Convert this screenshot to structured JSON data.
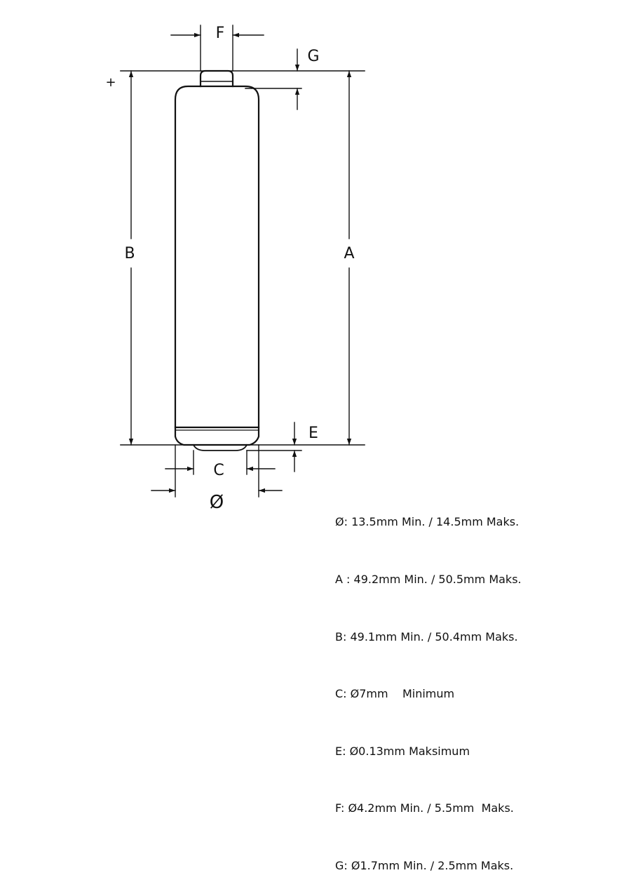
{
  "labels": {
    "F": "F",
    "G": "G",
    "B": "B",
    "A": "A",
    "E": "E",
    "C": "C",
    "diameter": "Ø",
    "plus": "+"
  },
  "specs": [
    "Ø: 13.5mm Min. / 14.5mm Maks.",
    "A : 49.2mm Min. / 50.5mm Maks.",
    "B: 49.1mm Min. / 50.4mm Maks.",
    "C: Ø7mm    Minimum",
    "E: Ø0.13mm Maksimum",
    "F: Ø4.2mm Min. / 5.5mm  Maks.",
    "G: Ø1.7mm Min. / 2.5mm Maks."
  ]
}
